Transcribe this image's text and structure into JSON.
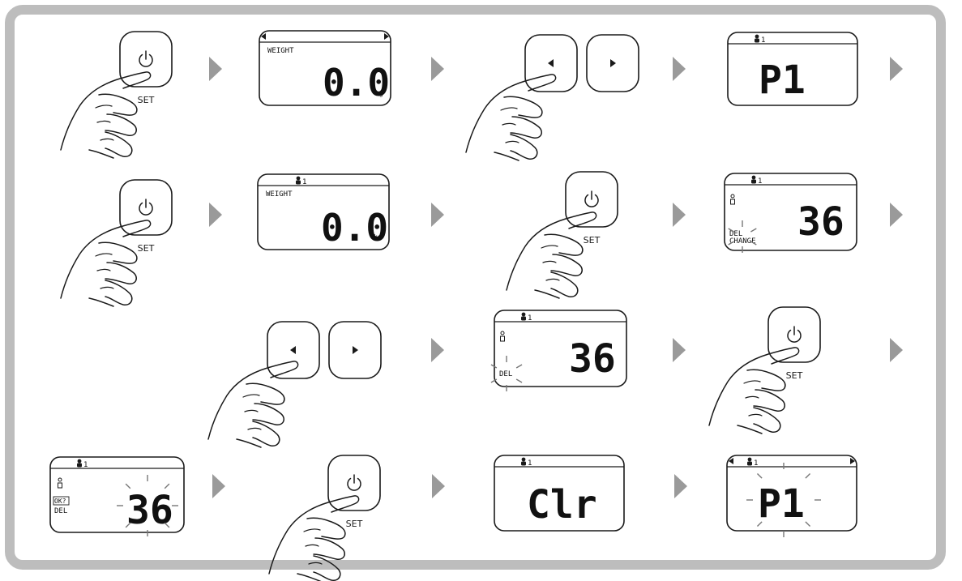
{
  "labels": {
    "set": "SET",
    "weight": "WEIGHT",
    "kg": "kg",
    "profile_num": "1",
    "p1": "P1",
    "zero": "0.0",
    "age": "36",
    "del": "DEL",
    "change": "CHANGE",
    "ok": "OK?",
    "clr": "Clr"
  },
  "icons": {
    "arrow": "triangle-right-arrow",
    "power": "power-icon",
    "left": "triangle-left-icon",
    "right": "triangle-right-icon",
    "person": "person-icon",
    "hand": "pointing-hand"
  },
  "colors": {
    "frame": "#bdbdbd",
    "arrow": "#9a9a9a",
    "ink": "#1a1a1a"
  },
  "steps": [
    {
      "row": 1,
      "items": [
        "press-set",
        "display-weight-arrows",
        "press-left-right",
        "display-p1"
      ]
    },
    {
      "row": 2,
      "items": [
        "press-set",
        "display-user-weight",
        "press-set",
        "display-age-del-change"
      ]
    },
    {
      "row": 3,
      "items": [
        "press-left-right",
        "display-age-del",
        "press-set"
      ]
    },
    {
      "row": 4,
      "items": [
        "display-age-ok-del",
        "press-set",
        "display-clr",
        "display-p1-flashing"
      ]
    }
  ]
}
